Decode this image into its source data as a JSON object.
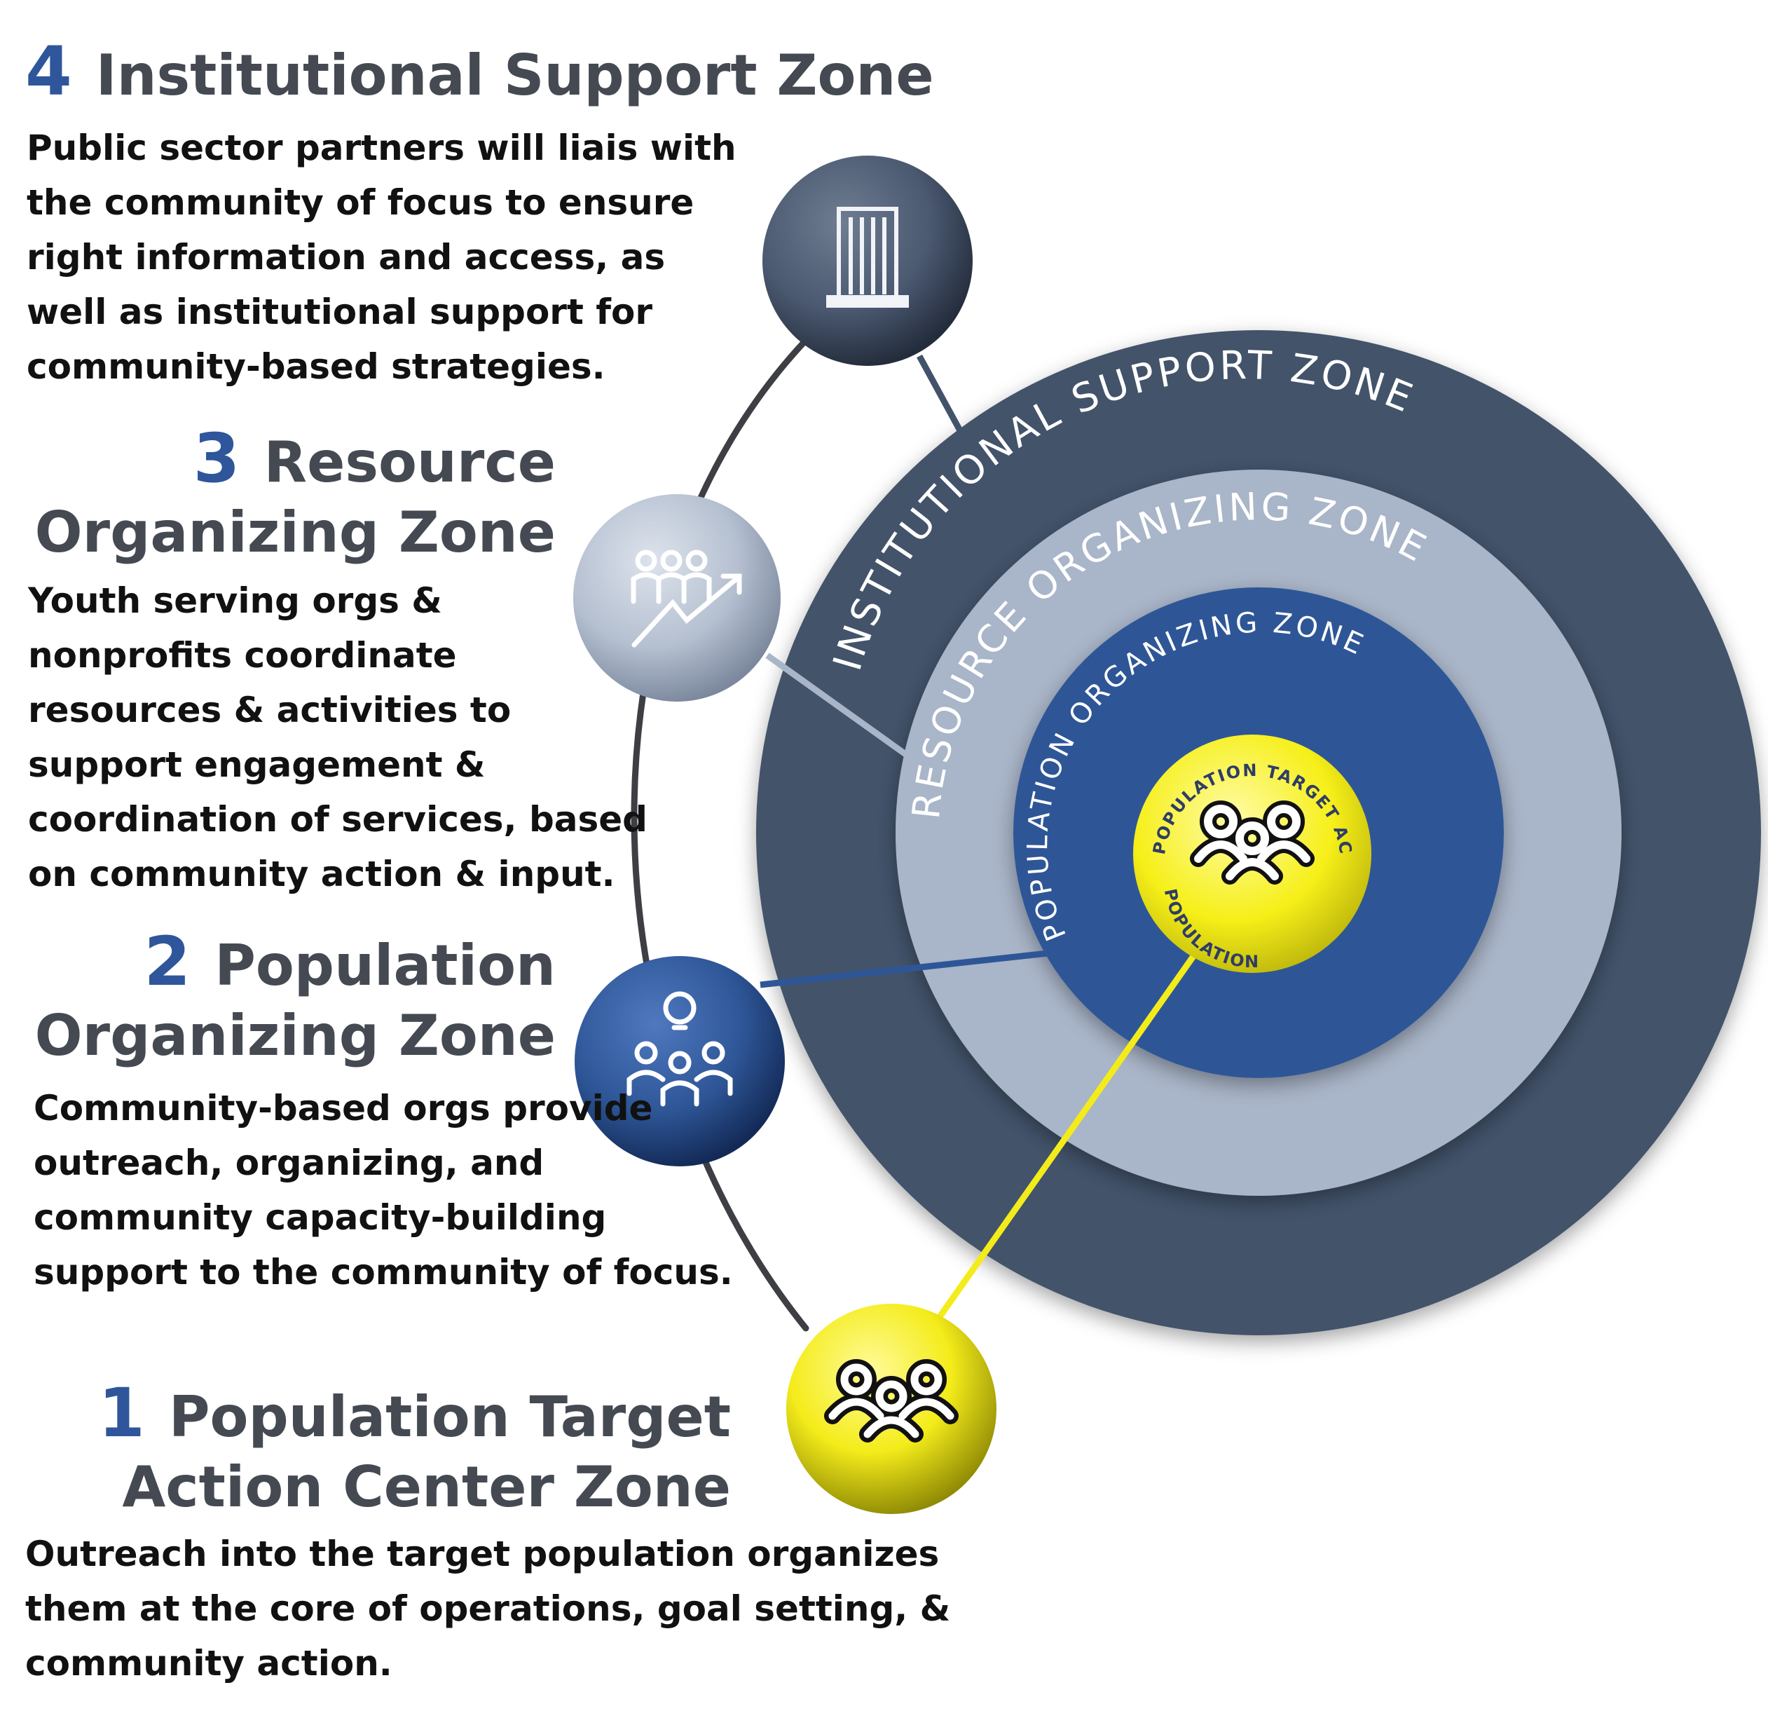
{
  "zones": [
    {
      "number": "4",
      "title": "Institutional Support Zone",
      "description": "Public sector partners will liais with the community of focus to ensure right information and access, as well as institutional support for community-based strategies."
    },
    {
      "number": "3",
      "title_line1": "Resource",
      "title_line2": "Organizing Zone",
      "description": "Youth serving orgs & nonprofits coordinate resources & activities to support engagement & coordination of services, based on community action & input."
    },
    {
      "number": "2",
      "title_line1": "Population",
      "title_line2": "Organizing Zone",
      "description": "Community-based orgs provide outreach, organizing, and community capacity-building support to the community of focus."
    },
    {
      "number": "1",
      "title_line1": "Population Target",
      "title_line2": "Action Center Zone",
      "description": "Outreach into the target population organizes them at the core of operations, goal setting, & community action."
    }
  ],
  "rings": {
    "outer_label": "INSTITUTIONAL SUPPORT ZONE",
    "second_label": "RESOURCE ORGANIZING ZONE",
    "third_label": "POPULATION ORGANIZING ZONE",
    "center_arc_top": "POPULATION TARGET ACTION CENTER",
    "center_arc_bottom": "POPULATION"
  },
  "icons": {
    "zone4": "building-icon",
    "zone3": "team-growth-icon",
    "zone2": "group-idea-icon",
    "zone1": "people-group-icon",
    "center": "people-group-icon"
  },
  "colors": {
    "outer_ring": "#42526a",
    "second_ring": "#a9b5c8",
    "third_ring": "#2e5697",
    "center": "#f6ef18",
    "number": "#2f569b",
    "title": "#454a52",
    "connector_yellow": "#f3ec1a"
  }
}
